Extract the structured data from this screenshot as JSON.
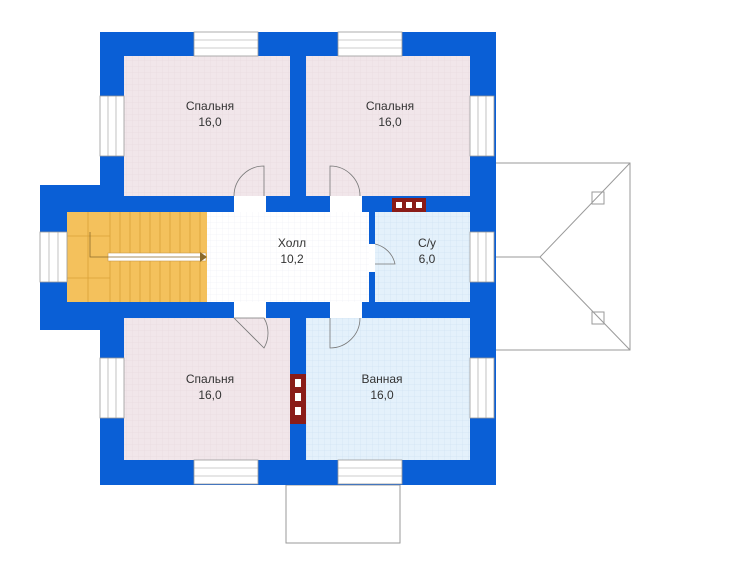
{
  "colors": {
    "wall": "#0a5fd6",
    "bedroom": "#f1e6ea",
    "bathroom": "#e4f1fb",
    "hall": "#ffffff",
    "stairs": "#f4c15c",
    "outline": "#9a9a9a",
    "chimney": "#8a1c18"
  },
  "rooms": {
    "bedroom_top_left": {
      "name": "Спальня",
      "area": "16,0"
    },
    "bedroom_top_right": {
      "name": "Спальня",
      "area": "16,0"
    },
    "hall": {
      "name": "Холл",
      "area": "10,2"
    },
    "wc": {
      "name": "С/у",
      "area": "6,0"
    },
    "bedroom_bottom": {
      "name": "Спальня",
      "area": "16,0"
    },
    "bathroom": {
      "name": "Ванная",
      "area": "16,0"
    }
  }
}
